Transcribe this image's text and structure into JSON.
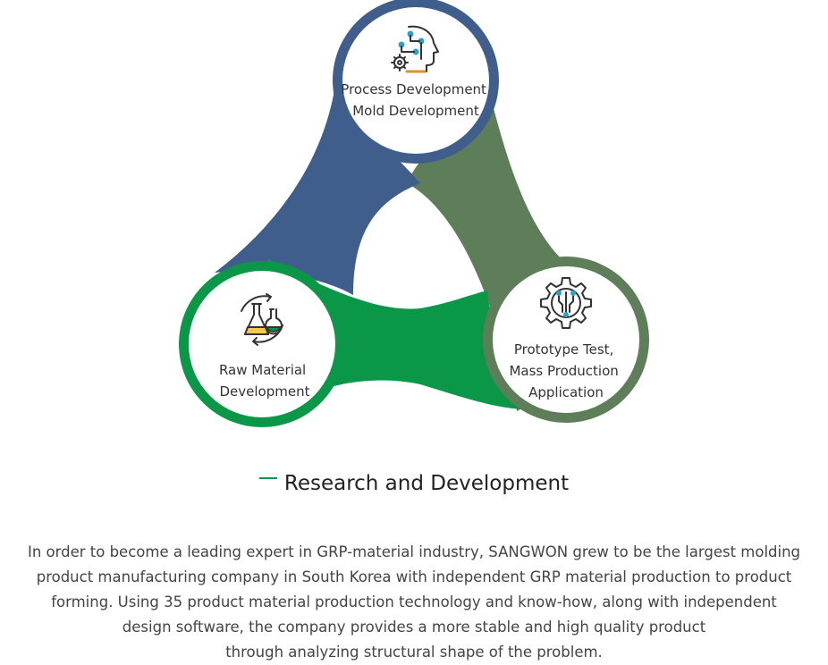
{
  "diagram": {
    "nodes": [
      {
        "id": "process",
        "lines": [
          "Process Development",
          "Mold Development"
        ],
        "icon": "ai-brain-gear-icon",
        "color": "#3f5e8c"
      },
      {
        "id": "raw",
        "lines": [
          "Raw Material",
          "Development"
        ],
        "icon": "lab-flask-icon",
        "color": "#0a9848"
      },
      {
        "id": "prototype",
        "lines": [
          "Prototype Test,",
          "Mass Production",
          "Application"
        ],
        "icon": "circuit-gear-icon",
        "color": "#5e7e5a"
      }
    ]
  },
  "section": {
    "title": "Research and Development"
  },
  "description": {
    "lines": [
      "In order to become a leading expert in GRP-material industry, SANGWON grew to be the largest molding",
      "product manufacturing company in South Korea with independent GRP material production to product",
      "forming. Using 35 product material production technology and know-how, along with independent",
      "design software, the company provides a more stable and high quality product",
      "through analyzing structural shape of the problem."
    ]
  }
}
